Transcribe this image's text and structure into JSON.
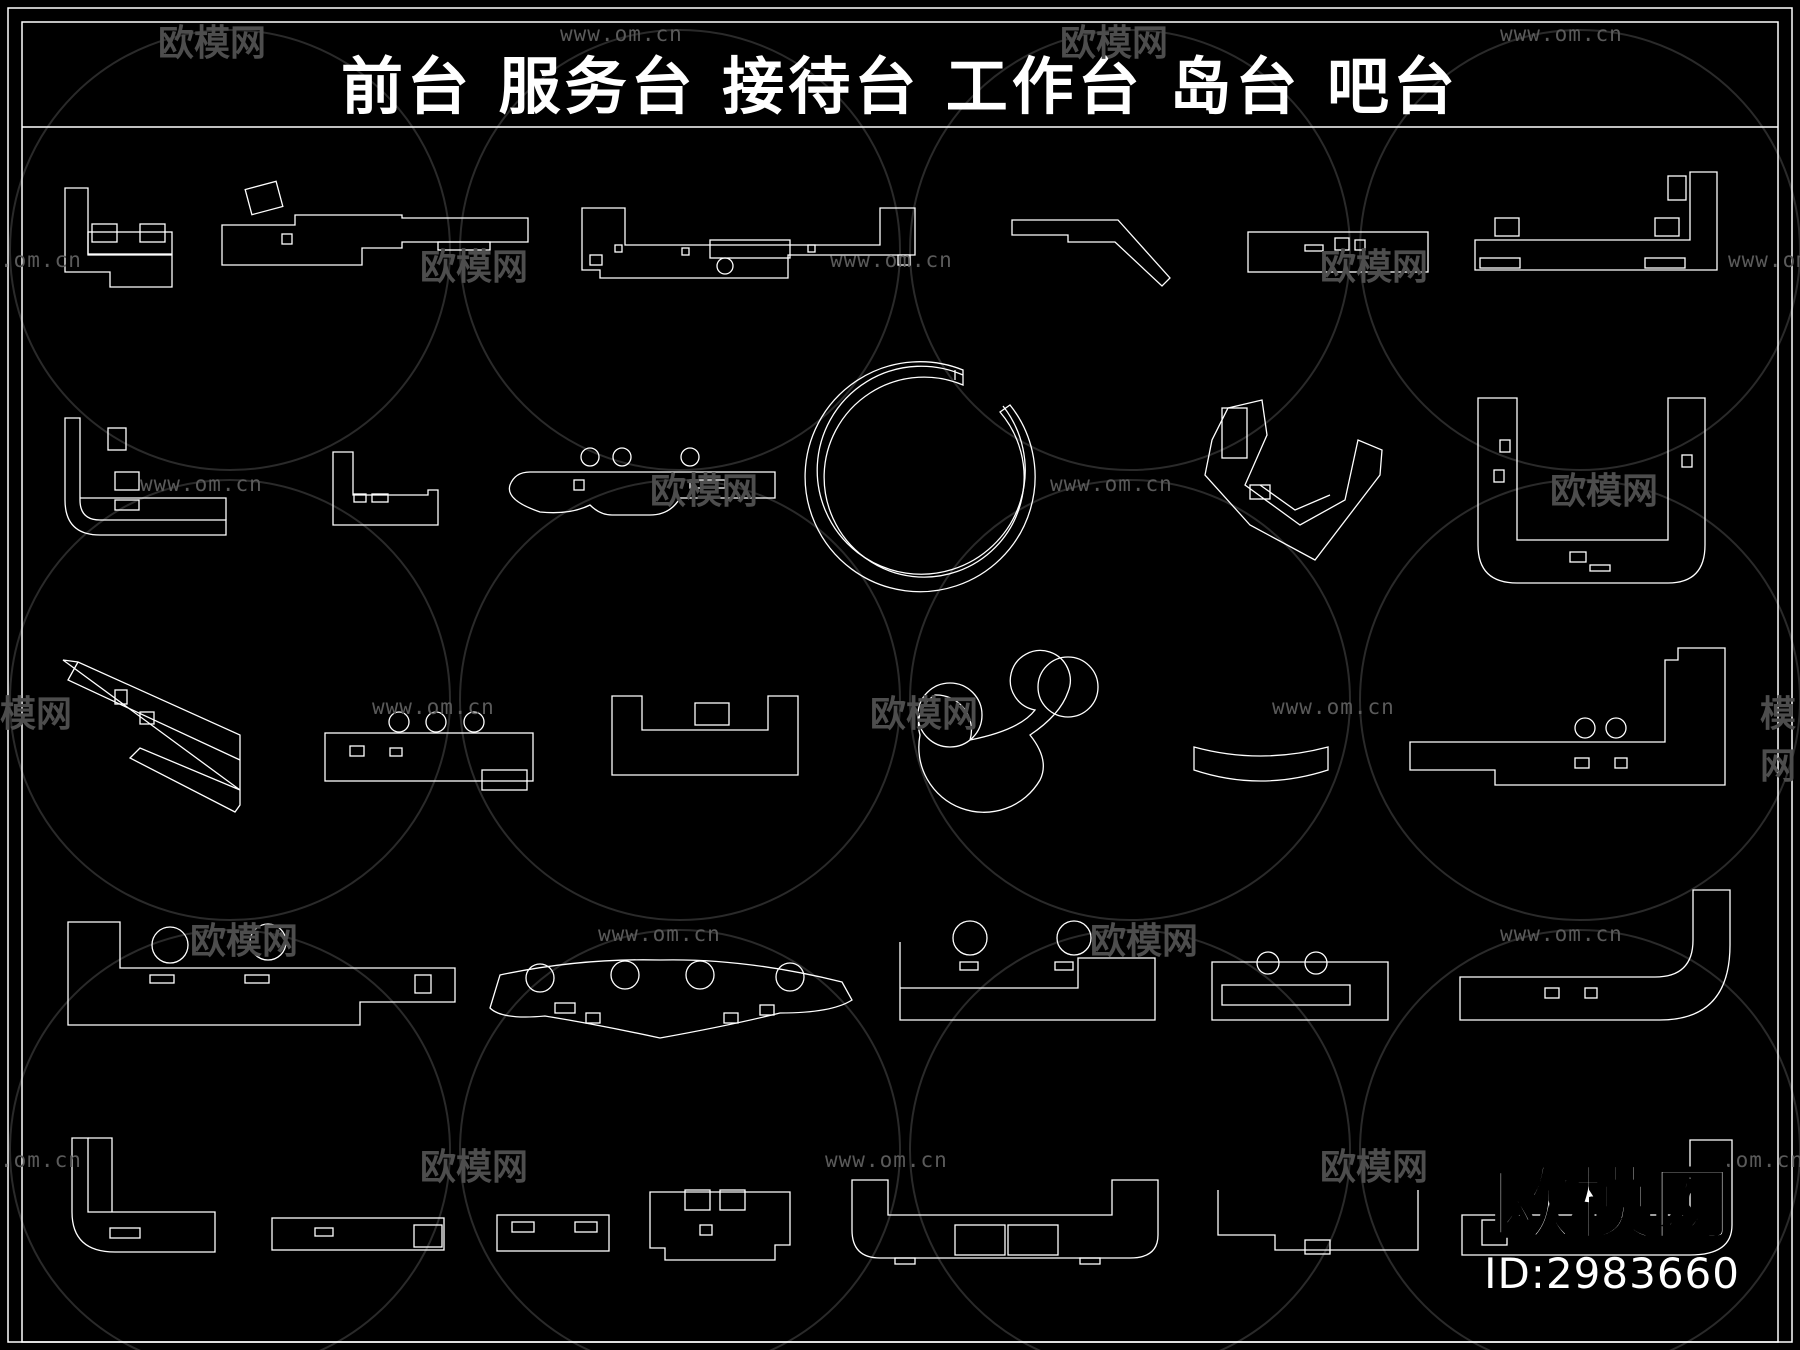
{
  "title": "前台 服务台 接待台 工作台 岛台 吧台",
  "watermarks": {
    "site": "www.om.cn",
    "site_short": ".om.cn",
    "brand": "欧模网",
    "brand_partial": "模网"
  },
  "brand_overlay": {
    "logo": "欧模网",
    "id": "ID:2983660"
  },
  "colors": {
    "background": "#000000",
    "line": "#ffffff",
    "watermark": "#555555"
  }
}
